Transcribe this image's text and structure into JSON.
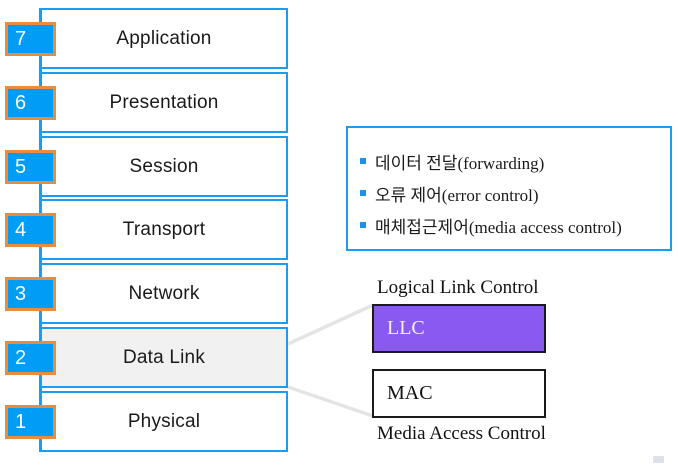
{
  "stack": {
    "layers": [
      {
        "number": "7",
        "label": "Application"
      },
      {
        "number": "6",
        "label": "Presentation"
      },
      {
        "number": "5",
        "label": "Session"
      },
      {
        "number": "4",
        "label": "Transport"
      },
      {
        "number": "3",
        "label": "Network"
      },
      {
        "number": "2",
        "label": "Data Link",
        "highlighted": true
      },
      {
        "number": "1",
        "label": "Physical"
      }
    ]
  },
  "bullets": {
    "items": [
      "데이터 전달(forwarding)",
      "오류 제어(error control)",
      "매체접근제어(media access control)"
    ]
  },
  "detail": {
    "llc_title": "Logical Link Control",
    "llc_label": "LLC",
    "mac_label": "MAC",
    "mac_caption": "Media Access Control"
  },
  "colors": {
    "stack_blue": "#189df3",
    "badge_blue": "#009df6",
    "badge_orange_border": "#ec8a3d",
    "highlight_row_gray": "#f1f1f1",
    "llc_purple": "#8a59f0",
    "connector_gray": "#e4e4e4"
  }
}
